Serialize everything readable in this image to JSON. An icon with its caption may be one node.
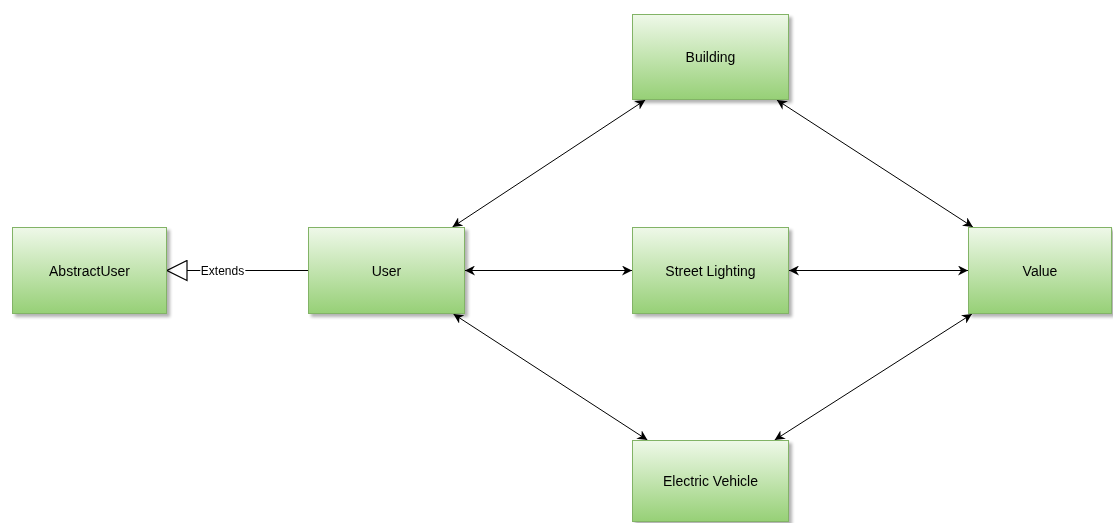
{
  "diagram": {
    "nodes": [
      {
        "text": [
          "AbstractUser"
        ]
      },
      {
        "text": [
          "User"
        ]
      },
      {
        "text": [
          "Building"
        ]
      },
      {
        "text": [
          "Street Lighting"
        ]
      },
      {
        "text": [
          "Value"
        ]
      },
      {
        "text": [
          "Electric Vehicle"
        ]
      }
    ],
    "edges": [
      {
        "from": 1,
        "to": 0,
        "arrow": "to",
        "label": "Extends"
      },
      {
        "from": 1,
        "to": 2,
        "arrow": "both"
      },
      {
        "from": 1,
        "to": 3,
        "arrow": "both"
      },
      {
        "from": 1,
        "to": 5,
        "arrow": "both"
      },
      {
        "from": 2,
        "to": 4,
        "arrow": "both"
      },
      {
        "from": 3,
        "to": 4,
        "arrow": "both"
      },
      {
        "from": 5,
        "to": 4,
        "arrow": "both"
      }
    ]
  }
}
